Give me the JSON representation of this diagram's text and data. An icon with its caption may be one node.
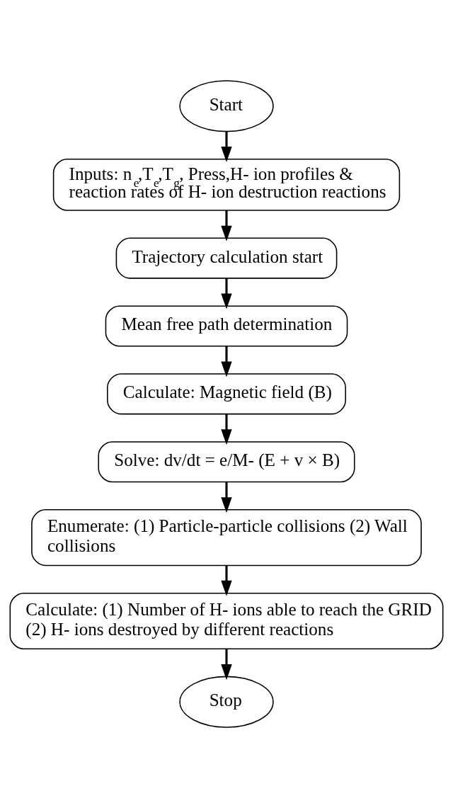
{
  "diagram": {
    "nodes": [
      {
        "text": [
          "Start"
        ]
      },
      {
        "text": [
          "Inputs: n$_{e}$,T$_{e}$,T$_{g}$, Press,H- ion profiles & reaction rates of H- ion destruction reactions"
        ]
      },
      {
        "text": [
          "Trajectory calculation start"
        ]
      },
      {
        "text": [
          "Mean free path determination"
        ]
      },
      {
        "text": [
          "Calculate: Magnetic field (B)"
        ]
      },
      {
        "text": [
          "Solve: dv/dt = e/M- (E + v × B)"
        ]
      },
      {
        "text": [
          "Enumerate: (1) Particle-particle collisions (2) Wall collisions"
        ]
      },
      {
        "text": [
          "Calculate: (1) Number of H- ions able to reach the GRID (2) H- ions destroyed by different reactions"
        ]
      },
      {
        "text": [
          "Stop"
        ]
      }
    ],
    "edges": [
      {
        "from": 0,
        "to": 1,
        "arrow": "to"
      },
      {
        "from": 1,
        "to": 2,
        "arrow": "to"
      },
      {
        "from": 2,
        "to": 3,
        "arrow": "to"
      },
      {
        "from": 3,
        "to": 4,
        "arrow": "to"
      },
      {
        "from": 4,
        "to": 5,
        "arrow": "to"
      },
      {
        "from": 5,
        "to": 6,
        "arrow": "to"
      },
      {
        "from": 6,
        "to": 7,
        "arrow": "to"
      },
      {
        "from": 7,
        "to": 8,
        "arrow": "to"
      }
    ]
  }
}
